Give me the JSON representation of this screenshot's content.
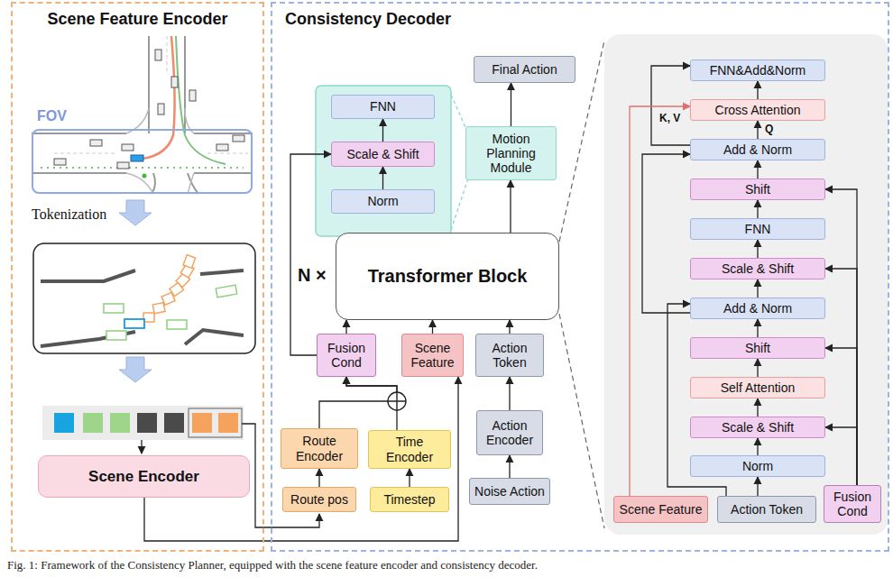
{
  "diagram": {
    "caption": "Fig. 1: Framework of the Consistency Planner, equipped with the scene feature encoder and consistency decoder.",
    "nodes": [
      {
        "text": [
          "Scene Feature Encoder"
        ]
      },
      {
        "text": [
          "FOV"
        ],
        "in": 0
      },
      {
        "text": [
          "Scene Encoder"
        ],
        "in": 0
      },
      {
        "text": [
          "Consistency Decoder"
        ]
      },
      {
        "text": [
          "Final Action"
        ],
        "in": 3
      },
      {
        "text": [
          "FNN"
        ],
        "in": 3
      },
      {
        "text": [
          "Scale & Shift"
        ],
        "in": 3
      },
      {
        "text": [
          "Norm"
        ],
        "in": 3
      },
      {
        "text": [
          "Motion Planning Module"
        ],
        "in": 3
      },
      {
        "text": [
          "Transformer Block"
        ],
        "in": 3
      },
      {
        "text": [
          "Fusion Cond"
        ],
        "in": 3
      },
      {
        "text": [
          "Scene Feature"
        ],
        "in": 3
      },
      {
        "text": [
          "Action Token"
        ],
        "in": 3
      },
      {
        "text": [
          "Route Encoder"
        ],
        "in": 3
      },
      {
        "text": [
          "Time Encoder"
        ],
        "in": 3
      },
      {
        "text": [
          "Action Encoder"
        ],
        "in": 3
      },
      {
        "text": [
          "Route pos"
        ],
        "in": 3
      },
      {
        "text": [
          "Timestep"
        ],
        "in": 3
      },
      {
        "text": [
          "Noise Action"
        ],
        "in": 3
      },
      {
        "text": [
          "FNN&Add&Norm"
        ],
        "in": 3
      },
      {
        "text": [
          "Cross Attention"
        ],
        "in": 3
      },
      {
        "text": [
          "Add & Norm"
        ],
        "in": 3
      },
      {
        "text": [
          "Shift"
        ],
        "in": 3
      },
      {
        "text": [
          "FNN"
        ],
        "in": 3
      },
      {
        "text": [
          "Scale & Shift"
        ],
        "in": 3
      },
      {
        "text": [
          "Add & Norm"
        ],
        "in": 3
      },
      {
        "text": [
          "Shift"
        ],
        "in": 3
      },
      {
        "text": [
          "Self Attention"
        ],
        "in": 3
      },
      {
        "text": [
          "Scale & Shift"
        ],
        "in": 3
      },
      {
        "text": [
          "Norm"
        ],
        "in": 3
      },
      {
        "text": [
          "Scene Feature"
        ],
        "in": 3
      },
      {
        "text": [
          "Action Token"
        ],
        "in": 3
      },
      {
        "text": [
          "Fusion Cond"
        ],
        "in": 3
      }
    ],
    "edges": [
      {
        "from": 2,
        "to": 11,
        "arrow": "to"
      },
      {
        "from": 16,
        "to": 13,
        "arrow": "to"
      },
      {
        "from": 17,
        "to": 14,
        "arrow": "to"
      },
      {
        "from": 18,
        "to": 15,
        "arrow": "to"
      },
      {
        "from": 15,
        "to": 12,
        "arrow": "to"
      },
      {
        "from": 13,
        "to": 10,
        "arrow": "to"
      },
      {
        "from": 14,
        "to": 10,
        "arrow": "to"
      },
      {
        "from": 10,
        "to": 9,
        "arrow": "to"
      },
      {
        "from": 11,
        "to": 9,
        "arrow": "to"
      },
      {
        "from": 12,
        "to": 9,
        "arrow": "to"
      },
      {
        "from": 10,
        "to": 6,
        "arrow": "to"
      },
      {
        "from": 9,
        "to": 8,
        "arrow": "to"
      },
      {
        "from": 8,
        "to": 4,
        "arrow": "to"
      },
      {
        "from": 7,
        "to": 6,
        "arrow": "to"
      },
      {
        "from": 6,
        "to": 5,
        "arrow": "to"
      },
      {
        "from": 29,
        "to": 28,
        "arrow": "to"
      },
      {
        "from": 28,
        "to": 27,
        "arrow": "to"
      },
      {
        "from": 27,
        "to": 26,
        "arrow": "to"
      },
      {
        "from": 26,
        "to": 25,
        "arrow": "to"
      },
      {
        "from": 25,
        "to": 24,
        "arrow": "to"
      },
      {
        "from": 24,
        "to": 23,
        "arrow": "to"
      },
      {
        "from": 23,
        "to": 22,
        "arrow": "to"
      },
      {
        "from": 22,
        "to": 21,
        "arrow": "to"
      },
      {
        "from": 21,
        "to": 20,
        "arrow": "to"
      },
      {
        "from": 20,
        "to": 19,
        "arrow": "to"
      },
      {
        "from": 31,
        "to": 29,
        "arrow": "to"
      },
      {
        "from": 31,
        "to": 25,
        "arrow": "to"
      },
      {
        "from": 25,
        "to": 21,
        "arrow": "to"
      },
      {
        "from": 21,
        "to": 19,
        "arrow": "to"
      },
      {
        "from": 30,
        "to": 20,
        "arrow": "to"
      },
      {
        "from": 32,
        "to": 28,
        "arrow": "to"
      },
      {
        "from": 32,
        "to": 26,
        "arrow": "to"
      },
      {
        "from": 32,
        "to": 24,
        "arrow": "to"
      },
      {
        "from": 32,
        "to": 22,
        "arrow": "to"
      }
    ],
    "labels": [
      "Tokenization",
      "N ×",
      "K, V",
      "Q"
    ]
  }
}
